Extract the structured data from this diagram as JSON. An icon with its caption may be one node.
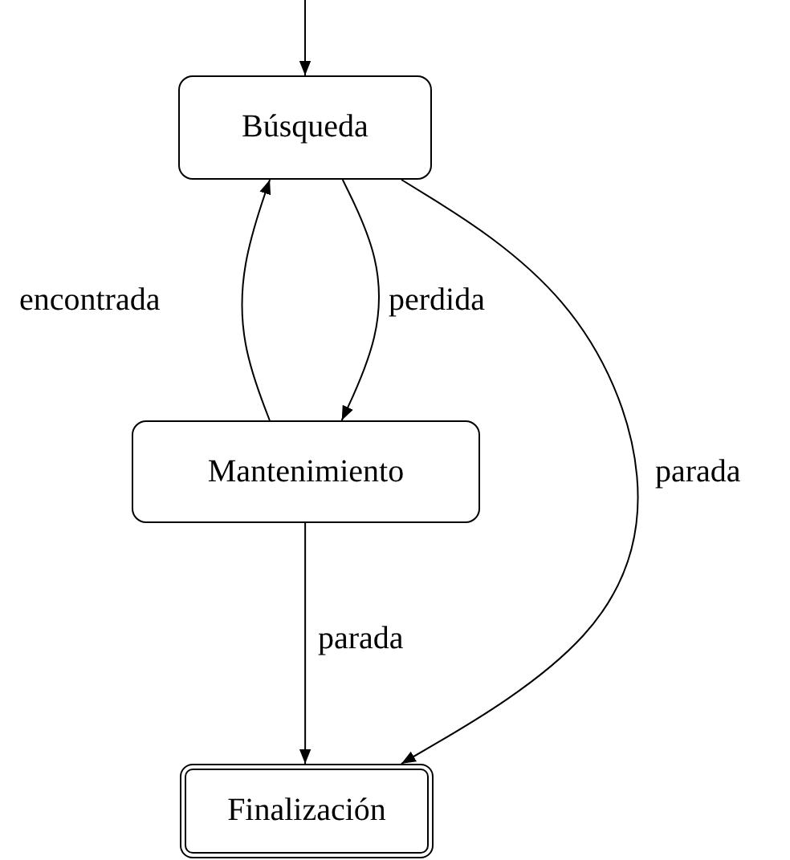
{
  "diagram": {
    "nodes": [
      {
        "text": [
          "Búsqueda"
        ]
      },
      {
        "text": [
          "Mantenimiento"
        ]
      },
      {
        "text": [
          "Finalización"
        ]
      }
    ],
    "edges": [
      {
        "from": null,
        "to": 0,
        "arrow": "to"
      },
      {
        "from": 1,
        "to": 0,
        "label": "encontrada",
        "arrow": "to"
      },
      {
        "from": 0,
        "to": 1,
        "label": "perdida",
        "arrow": "to"
      },
      {
        "from": 0,
        "to": 2,
        "label": "parada",
        "arrow": "to"
      },
      {
        "from": 1,
        "to": 2,
        "label": "parada",
        "arrow": "to"
      }
    ]
  }
}
